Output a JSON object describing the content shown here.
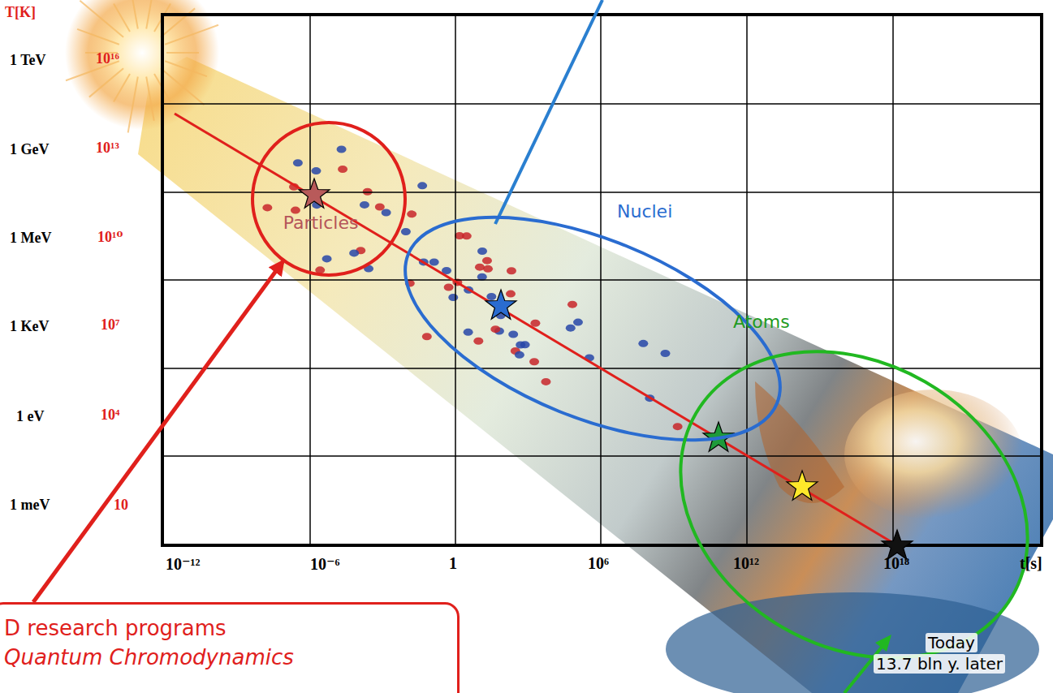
{
  "diagram": {
    "nodes": [
      {
        "text": [
          "Particles"
        ]
      },
      {
        "text": [
          "Nuclei"
        ]
      },
      {
        "text": [
          "Atoms"
        ]
      },
      {
        "text": [
          "D research programs",
          "Quantum Chromodynamics"
        ]
      }
    ],
    "edges": [
      {
        "from": 3,
        "to": 0,
        "arrow": "to"
      }
    ],
    "labels": [
      "T[K]",
      "1 TeV",
      "10¹⁶",
      "1 GeV",
      "10¹³",
      "1 MeV",
      "10¹⁰",
      "1 KeV",
      "10⁷",
      "1 eV",
      "10⁴",
      "1 meV",
      "10",
      "10⁻¹²",
      "10⁻⁶",
      "1",
      "10⁶",
      "10¹²",
      "10¹⁸",
      "t[s]",
      "Today",
      "13.7 bln y. later"
    ]
  }
}
